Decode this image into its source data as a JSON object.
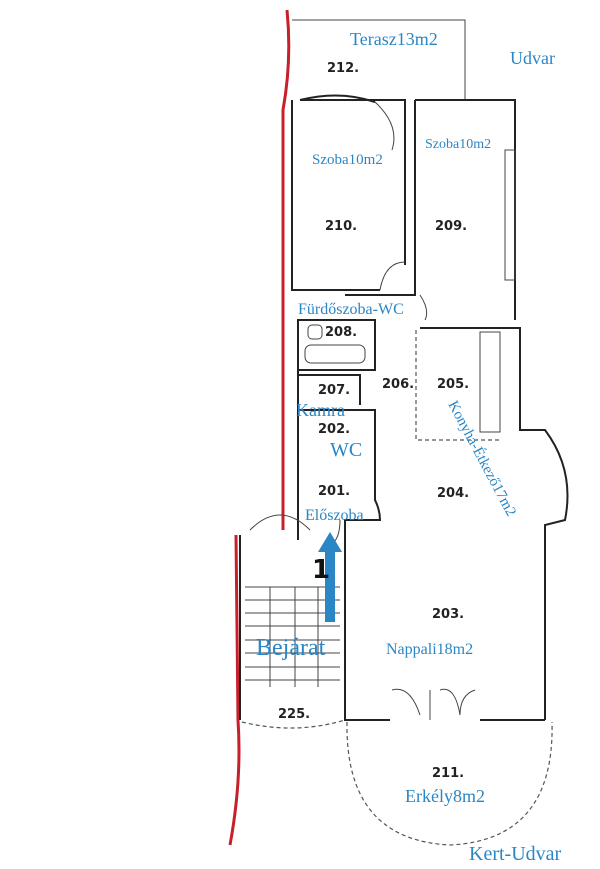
{
  "rooms": {
    "r212": "212.",
    "r210": "210.",
    "r209": "209.",
    "r208": "208.",
    "r207": "207.",
    "r206": "206.",
    "r205": "205.",
    "r202": "202.",
    "r201": "201.",
    "r204": "204.",
    "r203": "203.",
    "r225": "225.",
    "r211": "211."
  },
  "labels": {
    "terasz": "Terasz13m2",
    "udvar": "Udvar",
    "szoba1": "Szoba10m2",
    "szoba2": "Szoba10m2",
    "furdo": "Fürdőszoba-WC",
    "kamra": "Kamra",
    "wc": "WC",
    "eloszoba": "Előszoba",
    "konyha": "Konyha-Étkező17m2",
    "bejarat": "Bejárat",
    "nappali": "Nappali18m2",
    "erkely": "Erkély8m2",
    "kert": "Kert-Udvar",
    "floor_marker": "1"
  },
  "colors": {
    "label": "#2a86c4",
    "arrow": "#2a86c4",
    "boundary": "#c8202a"
  }
}
